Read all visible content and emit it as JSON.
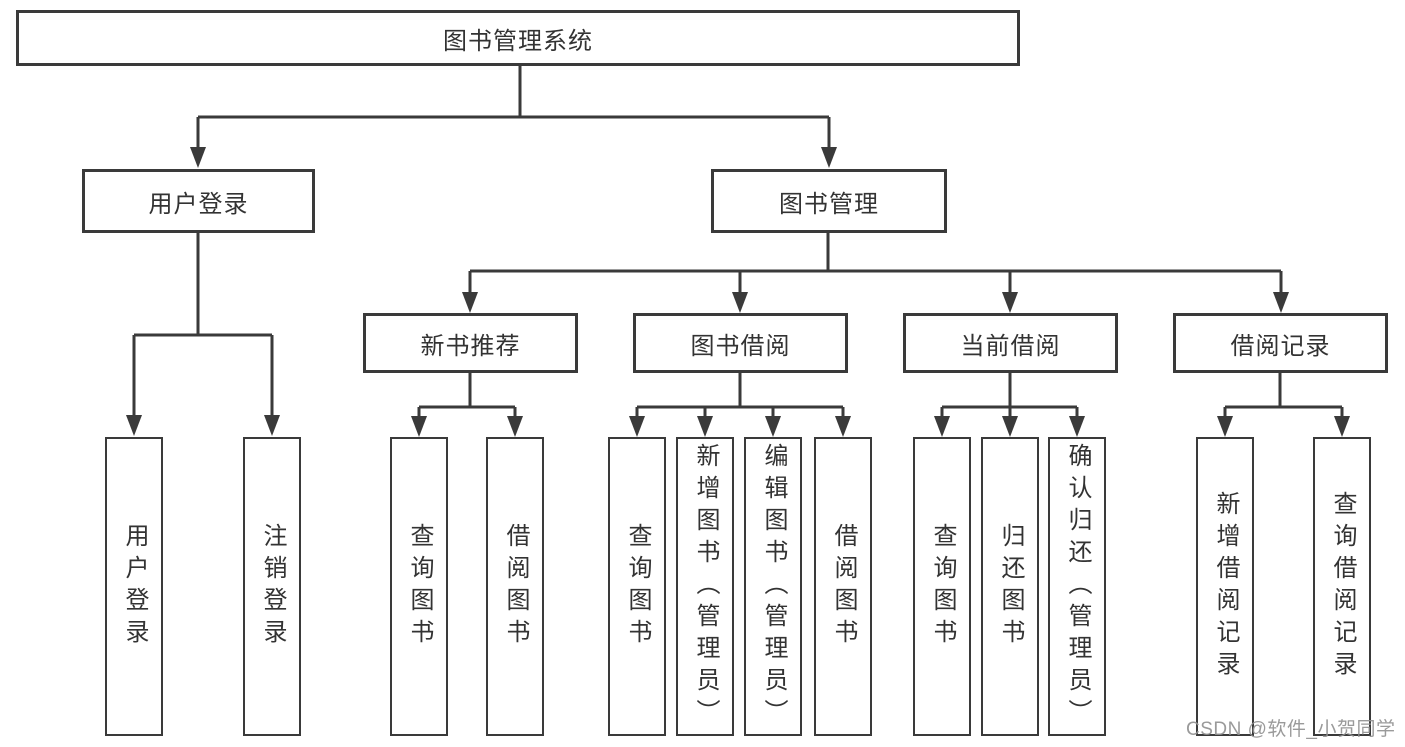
{
  "diagram": {
    "root": {
      "label": "图书管理系统"
    },
    "branches": [
      {
        "label": "用户登录",
        "leaves": [
          "用户登录",
          "注销登录"
        ]
      },
      {
        "label": "图书管理",
        "sections": [
          {
            "label": "新书推荐",
            "leaves": [
              "查询图书",
              "借阅图书"
            ]
          },
          {
            "label": "图书借阅",
            "leaves": [
              "查询图书",
              "新增图书（管理员）",
              "编辑图书（管理员）",
              "借阅图书"
            ]
          },
          {
            "label": "当前借阅",
            "leaves": [
              "查询图书",
              "归还图书",
              "确认归还（管理员）"
            ]
          },
          {
            "label": "借阅记录",
            "leaves": [
              "新增借阅记录",
              "查询借阅记录"
            ]
          }
        ]
      }
    ]
  },
  "watermark": {
    "text": "CSDN @软件_小贺同学"
  },
  "colors": {
    "line": "#3a3a3a",
    "box_border": "#3a3a3a",
    "text": "#333333",
    "watermark": "#919191",
    "background": "#ffffff"
  }
}
